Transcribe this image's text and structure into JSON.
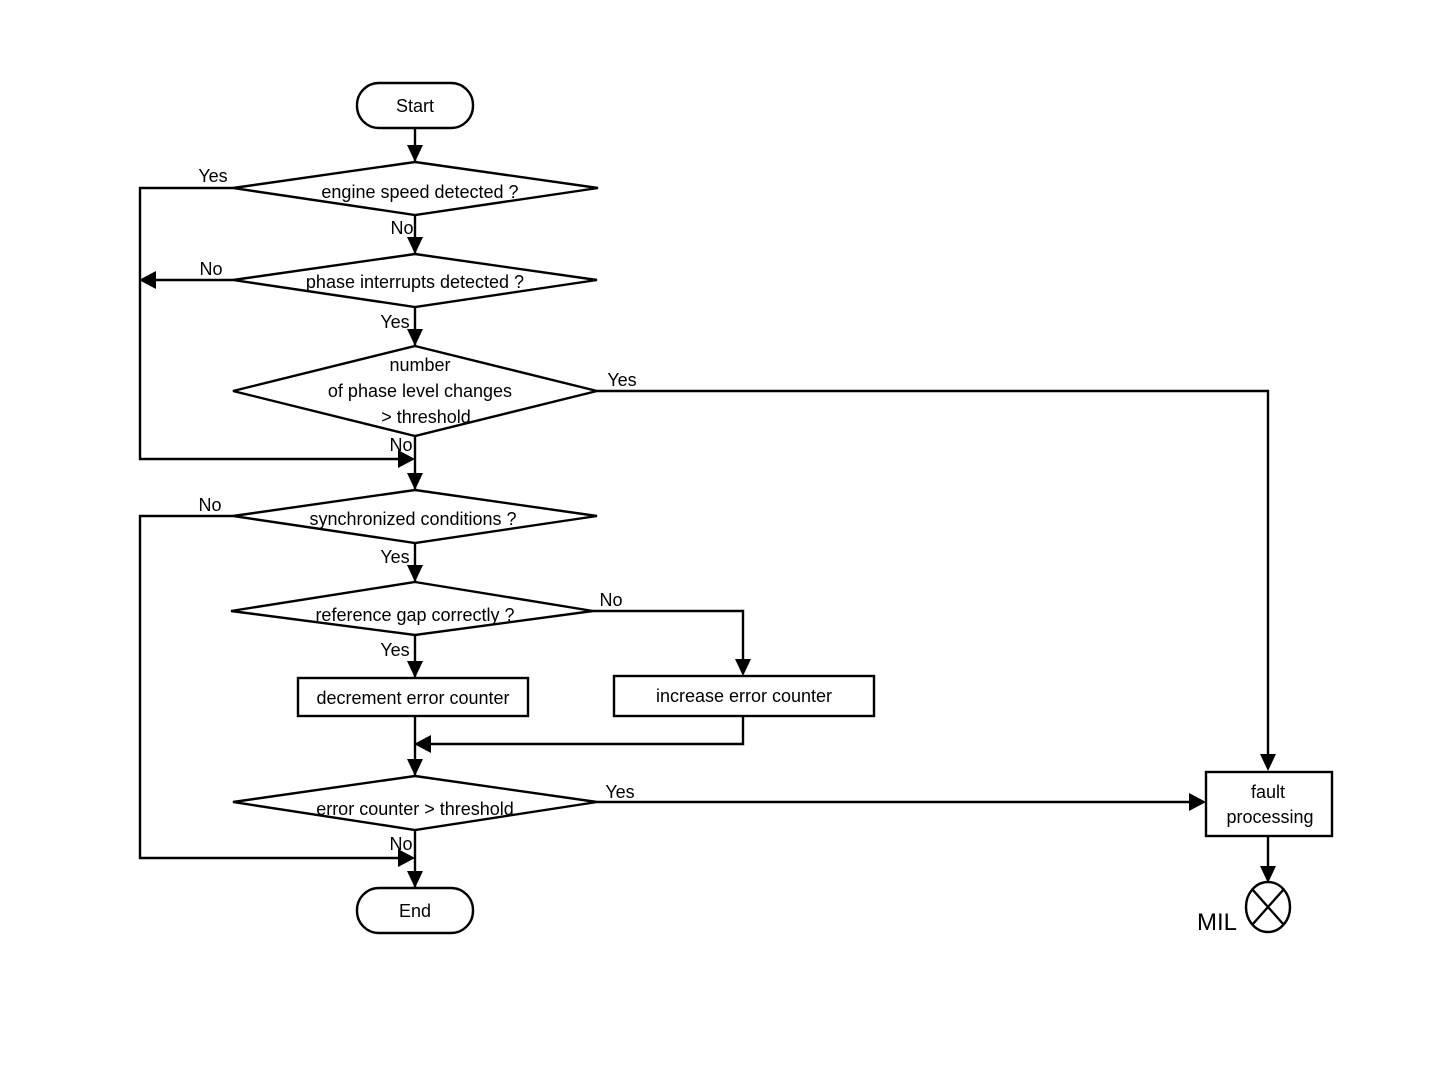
{
  "nodes": {
    "start": "Start",
    "q_engine_speed": "engine speed detected ?",
    "q_phase_interrupts": "phase interrupts detected ?",
    "q_phase_changes": [
      "number",
      "of phase level changes",
      "> threshold"
    ],
    "q_synchronized": "synchronized conditions ?",
    "q_reference_gap": "reference gap correctly ?",
    "decrement": "decrement error counter",
    "increase": "increase error counter",
    "q_error_counter": "error counter > threshold",
    "end": "End",
    "fault": [
      "fault",
      "processing"
    ],
    "mil": "MIL"
  },
  "edge_labels": {
    "engine_yes": "Yes",
    "engine_no": "No",
    "phase_int_no": "No",
    "phase_int_yes": "Yes",
    "phase_chg_yes": "Yes",
    "phase_chg_no": "No",
    "sync_no": "No",
    "sync_yes": "Yes",
    "gap_no": "No",
    "gap_yes": "Yes",
    "err_yes": "Yes",
    "err_no": "No"
  }
}
